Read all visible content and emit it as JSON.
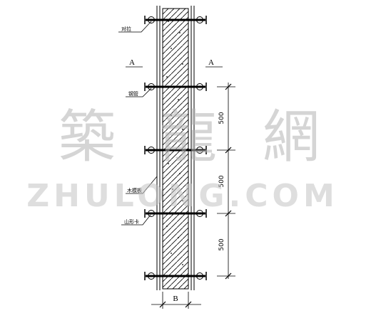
{
  "labels": {
    "bolt_top": "对拉",
    "bolt_mid": "钢管",
    "board": "木模板",
    "brace": "山形卡",
    "section_left": "A",
    "section_right": "A",
    "width": "B"
  },
  "dimensions": [
    "500",
    "500",
    "500"
  ],
  "watermark": {
    "cjk": [
      "築",
      "龍",
      "網"
    ],
    "latin": "ZHULONG.COM"
  },
  "colors": {
    "line": "#000000",
    "watermark": "#b4b4b4"
  }
}
